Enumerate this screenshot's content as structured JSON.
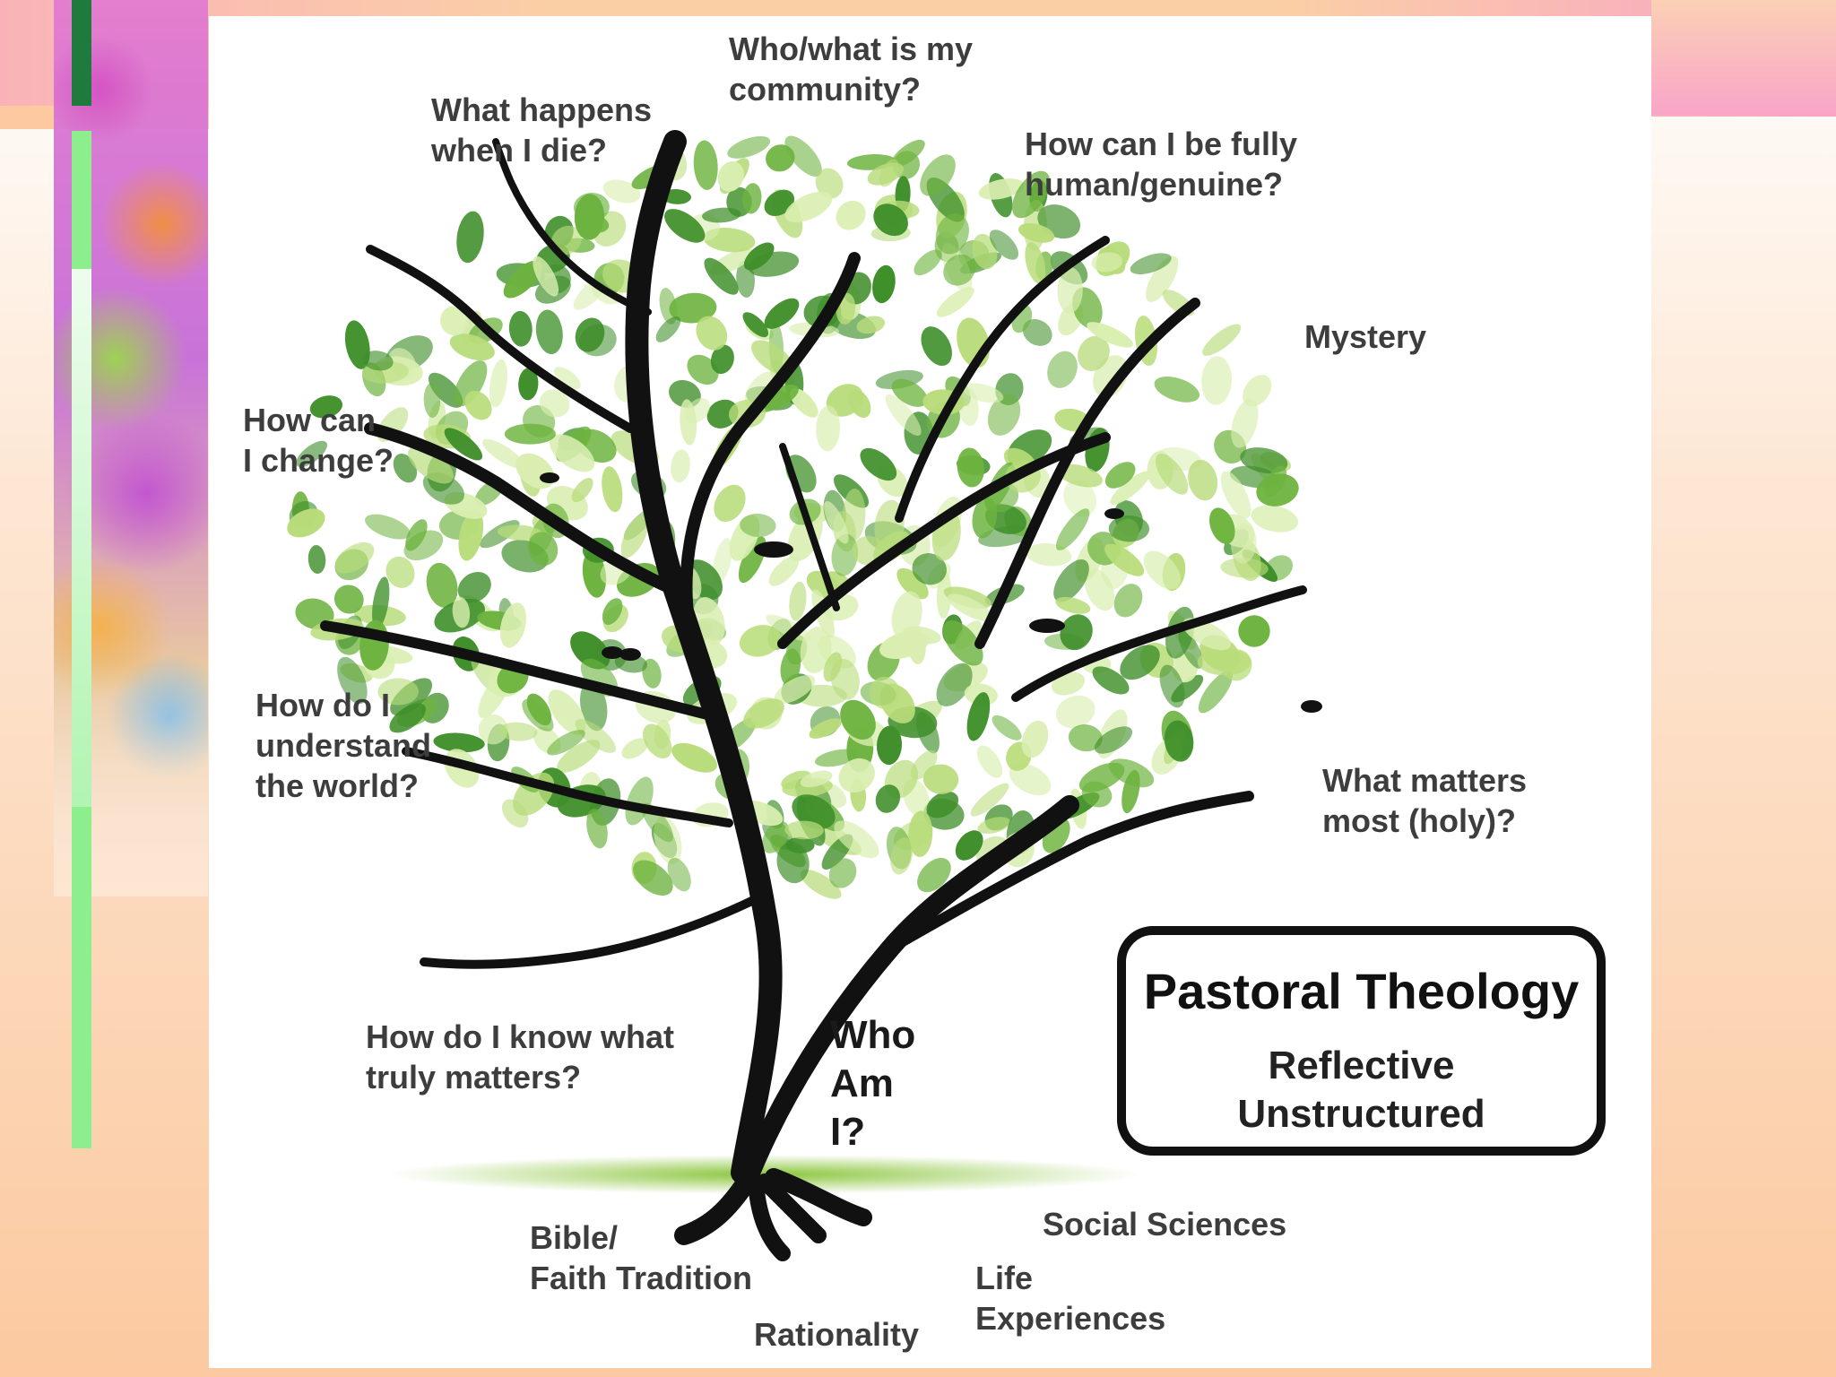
{
  "labels": {
    "community": "Who/what is my\ncommunity?",
    "die": "What happens\nwhen I die?",
    "human": "How can I be fully\n      human/genuine?",
    "mystery": "Mystery",
    "change": "How can\n  I change?",
    "world": "How do I\n understand\n the world?",
    "matters": "What matters\n   most (holy)?",
    "truly": "How do I know what\n    truly matters?",
    "bible": "Bible/\nFaith  Tradition",
    "social": "Social  Sciences",
    "life": "Life\nExperiences",
    "rationality": "Rationality"
  },
  "center": {
    "who_am_i": "Who\nAm\nI?"
  },
  "title_box": {
    "title": "Pastoral Theology",
    "line1": "Reflective",
    "line2": "Unstructured"
  },
  "colors": {
    "leaf_dark": "#3f8f2a",
    "leaf_mid": "#6db33f",
    "leaf_light": "#b8dc7a",
    "trunk": "#111111",
    "ground": "#8cc63f"
  }
}
